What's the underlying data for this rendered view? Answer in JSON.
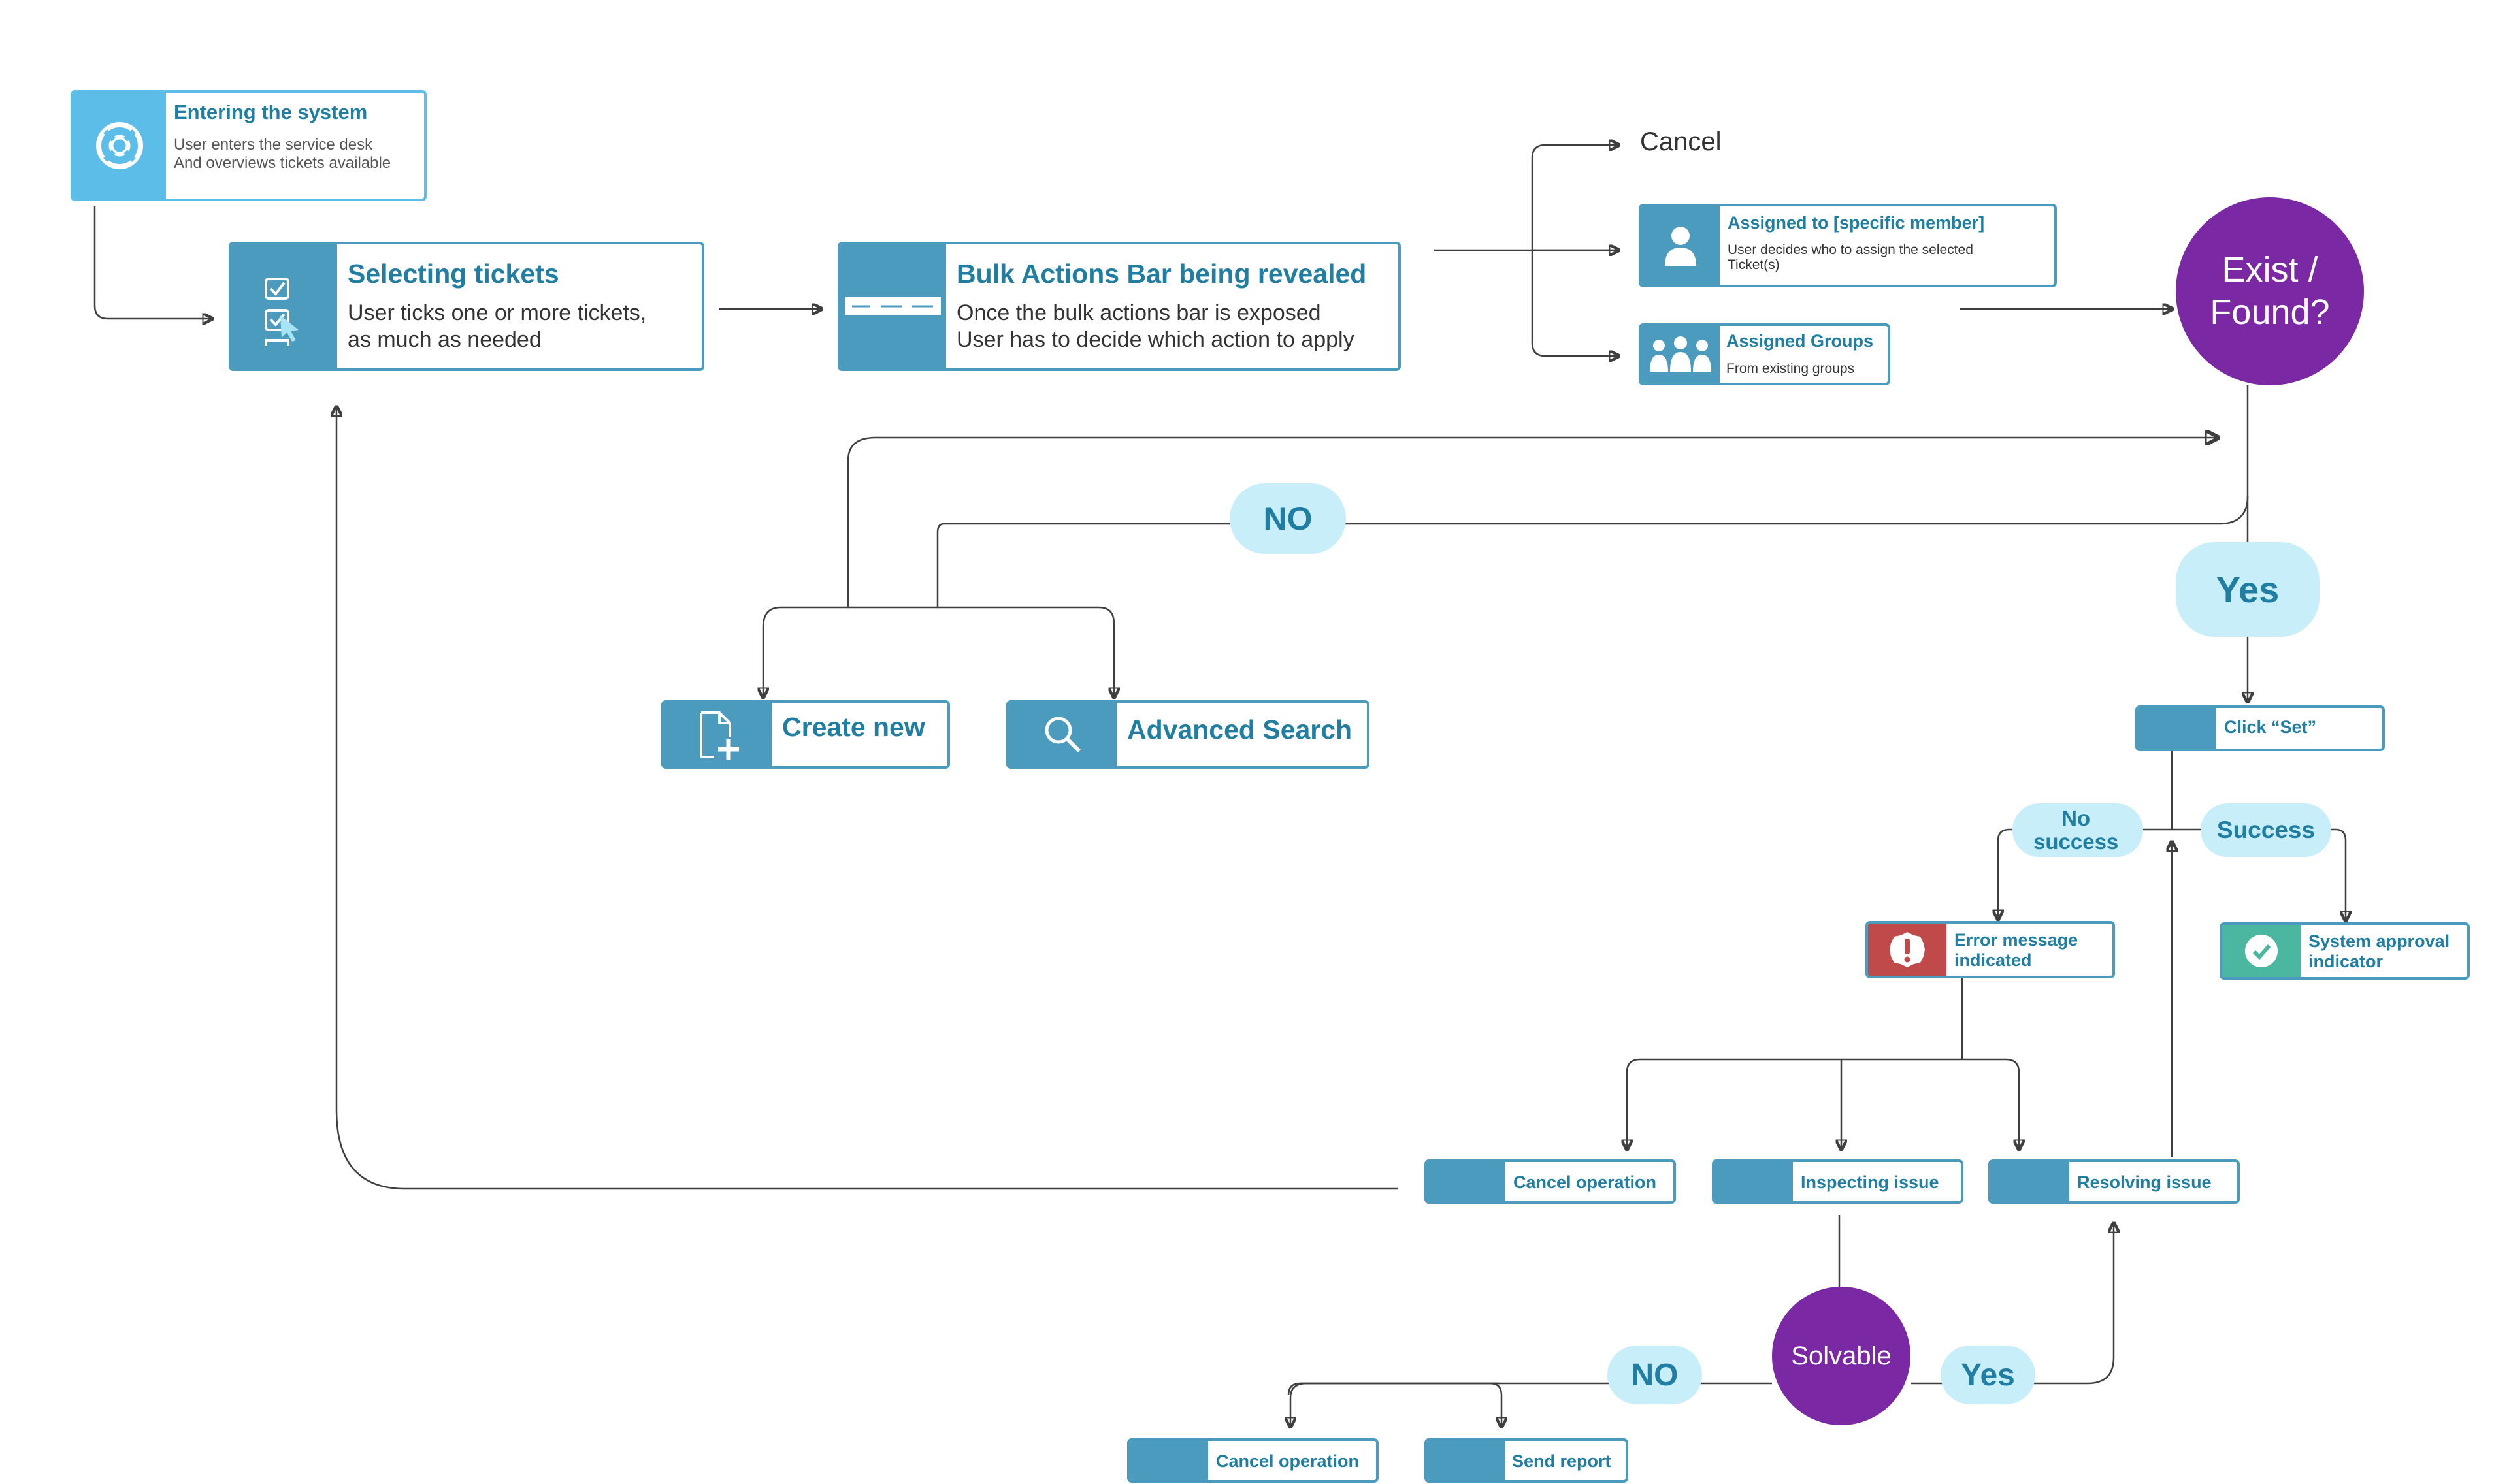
{
  "colors": {
    "accent": "#4a9bbd",
    "accent_light": "#5cbde8",
    "title_text": "#1f7ea1",
    "pill_bg": "#c8eefa",
    "decision_circle": "#7b28a4",
    "error": "#c0494a",
    "success": "#4cb7a0",
    "connector": "#3f3f3f"
  },
  "entering": {
    "icon": "lifebuoy-icon",
    "title": "Entering the system",
    "line1": "User enters the service desk",
    "line2": "And overviews tickets available"
  },
  "selecting": {
    "icon": "checklist-cursor-icon",
    "title": "Selecting tickets",
    "line1": "User ticks one or more tickets,",
    "line2": "as much as needed"
  },
  "bulk": {
    "icon": "bulk-bar-icon",
    "title": "Bulk Actions Bar being revealed",
    "line1": "Once the bulk actions bar is exposed",
    "line2": "User has to decide which action to apply"
  },
  "cancel_top": "Cancel",
  "assigned_member": {
    "icon": "person-icon",
    "title": "Assigned to [specific member]",
    "line1": "User decides who to assign the selected",
    "line2": "Ticket(s)"
  },
  "assigned_groups": {
    "icon": "group-icon",
    "title": "Assigned Groups",
    "line1": "From existing groups"
  },
  "exist_found": {
    "line1": "Exist /",
    "line2": "Found?"
  },
  "no_top": "NO",
  "yes_right": "Yes",
  "create_new": {
    "icon": "new-document-icon",
    "label": "Create new"
  },
  "advanced_search": {
    "icon": "magnifier-icon",
    "label": "Advanced Search"
  },
  "click_set": "Click “Set”",
  "no_success": {
    "line1": "No",
    "line2": "success"
  },
  "success": "Success",
  "error_message": {
    "icon": "exclamation-icon",
    "line1": "Error message",
    "line2": "indicated"
  },
  "approval": {
    "icon": "checkmark-icon",
    "line1": "System approval",
    "line2": "indicator"
  },
  "cancel_operation_1": "Cancel operation",
  "inspecting_issue": "Inspecting issue",
  "resolving_issue": "Resolving issue",
  "solvable": "Solvable",
  "no_bottom": "NO",
  "yes_bottom": "Yes",
  "cancel_operation_2": "Cancel operation",
  "send_report": "Send report"
}
